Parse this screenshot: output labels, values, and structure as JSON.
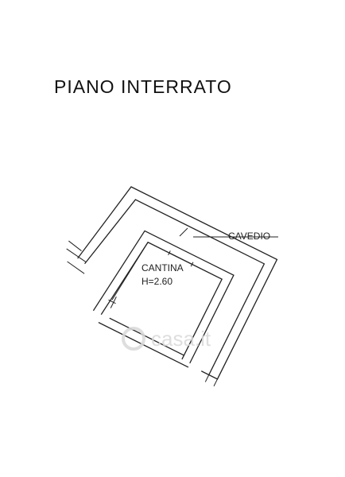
{
  "plan": {
    "title": "PIANO  INTERRATO",
    "rooms": [
      {
        "name": "CANTINA",
        "height": "H=2.60"
      }
    ],
    "annotations": [
      {
        "text": "CAVEDIO"
      }
    ]
  },
  "watermark": {
    "brand": "casa.it"
  },
  "colors": {
    "line": "#222222",
    "background": "#ffffff",
    "watermark": "#d9d9d9"
  }
}
